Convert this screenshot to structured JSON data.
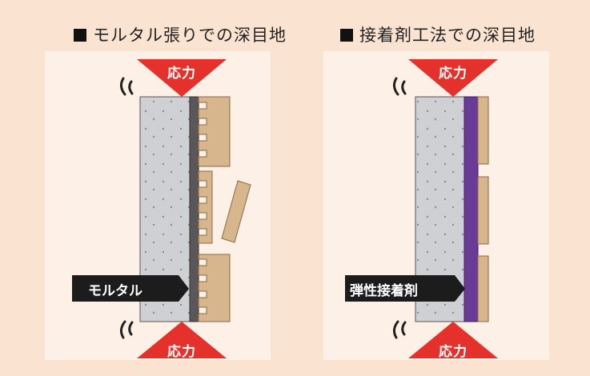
{
  "left": {
    "title": "モルタル張りでの深目地",
    "force_top": "応力",
    "force_bottom": "応力",
    "material_label": "モルタル"
  },
  "right": {
    "title": "接着剤工法での深目地",
    "force_top": "応力",
    "force_bottom": "応力",
    "material_label": "弾性接着剤"
  },
  "colors": {
    "background": "#fbe3d1",
    "panel": "#fdf0e6",
    "concrete": "#cfd0d3",
    "mortar": "#5b5657",
    "tile": "#d7b58d",
    "adhesive": "#6a3a99",
    "stress": "#e5312c",
    "label_bg": "#1c1c1c"
  }
}
